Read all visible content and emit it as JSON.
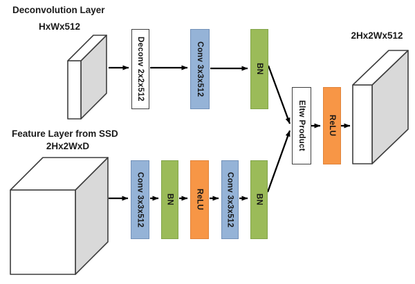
{
  "diagram": {
    "title": "Deconvolution Layer",
    "labels": {
      "top_input_dims": "HxWx512",
      "feature_layer_line1": "Feature Layer from SSD",
      "feature_layer_line2": "2Hx2WxD",
      "output_dims": "2Hx2Wx512"
    },
    "nodes": {
      "deconv": {
        "label": "Deconv 2x2x512",
        "type": "deconv"
      },
      "conv_top": {
        "label": "Conv 3x3x512",
        "type": "conv"
      },
      "bn_top": {
        "label": "BN",
        "type": "batchnorm"
      },
      "eltw_product": {
        "label": "Eltw Product",
        "type": "elementwise-product"
      },
      "relu_mid": {
        "label": "ReLU",
        "type": "relu"
      },
      "conv_bottom_1": {
        "label": "Conv 3x3x512",
        "type": "conv"
      },
      "bn_bottom_1": {
        "label": "BN",
        "type": "batchnorm"
      },
      "relu_bottom": {
        "label": "ReLU",
        "type": "relu"
      },
      "conv_bottom_2": {
        "label": "Conv 3x3x512",
        "type": "conv"
      },
      "bn_bottom_2": {
        "label": "BN",
        "type": "batchnorm"
      }
    },
    "colors": {
      "conv_fill": "#95B3D7",
      "bn_fill": "#9BBB59",
      "relu_fill": "#F79646",
      "plain_fill": "#FFFFFF",
      "slab_side_fill": "#D9D9D9",
      "outline": "#3D3D3D",
      "arrow": "#000000",
      "text": "#1A1A1A"
    }
  }
}
